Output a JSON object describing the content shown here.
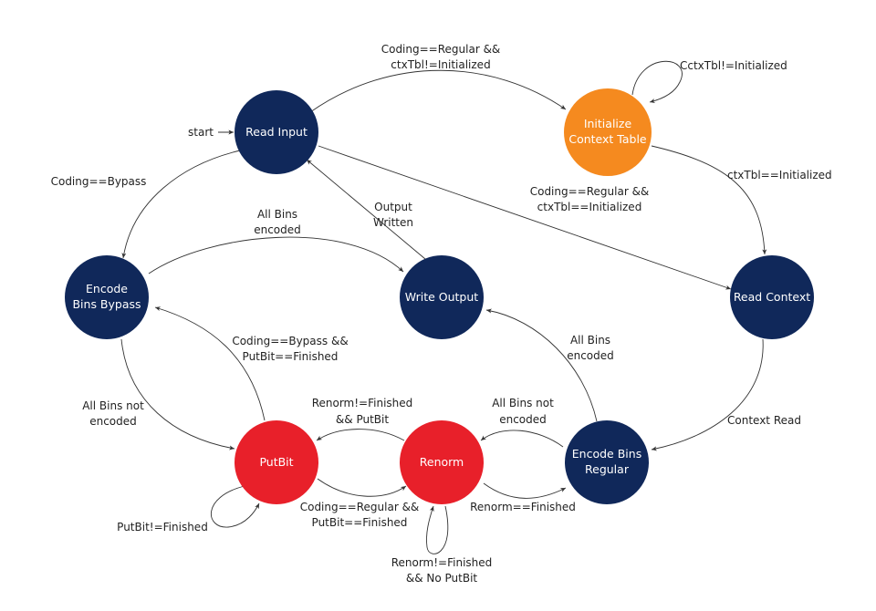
{
  "colors": {
    "state_default": "#10285a",
    "state_init": "#f58a1f",
    "state_active": "#e8202a",
    "edge": "#333333",
    "text": "#222222"
  },
  "states": {
    "read_input": [
      "Read Input"
    ],
    "initialize_context_table": [
      "Initialize",
      "Context Table"
    ],
    "read_context": [
      "Read Context"
    ],
    "encode_bins_bypass": [
      "Encode",
      "Bins Bypass"
    ],
    "write_output": [
      "Write Output"
    ],
    "encode_bins_regular": [
      "Encode Bins",
      "Regular"
    ],
    "putbit": [
      "PutBit"
    ],
    "renorm": [
      "Renorm"
    ]
  },
  "start_label": "start",
  "transitions": {
    "read_input_to_init": [
      "Coding==Regular &&",
      "ctxTbl!=Initialized"
    ],
    "init_self": [
      "CctxTbl!=Initialized"
    ],
    "init_to_read_context": [
      "ctxTbl==Initialized"
    ],
    "read_input_to_read_context": [
      "Coding==Regular &&",
      "ctxTbl==Initialized"
    ],
    "read_input_to_bypass": [
      "Coding==Bypass"
    ],
    "bypass_to_write_output": [
      "All Bins",
      "encoded"
    ],
    "write_output_to_read_input": [
      "Output",
      "Written"
    ],
    "read_context_to_regular": [
      "Context Read"
    ],
    "regular_to_write_output": [
      "All Bins",
      "encoded"
    ],
    "putbit_to_bypass": [
      "Coding==Bypass &&",
      "PutBit==Finished"
    ],
    "bypass_to_putbit": [
      "All Bins not",
      "encoded"
    ],
    "renorm_to_putbit": [
      "Renorm!=Finished",
      "&& PutBit"
    ],
    "regular_to_renorm": [
      "All Bins not",
      "encoded"
    ],
    "putbit_self": [
      "PutBit!=Finished"
    ],
    "putbit_to_renorm": [
      "Coding==Regular &&",
      "PutBit==Finished"
    ],
    "renorm_to_regular": [
      "Renorm==Finished"
    ],
    "renorm_self": [
      "Renorm!=Finished",
      "&& No PutBit"
    ]
  }
}
